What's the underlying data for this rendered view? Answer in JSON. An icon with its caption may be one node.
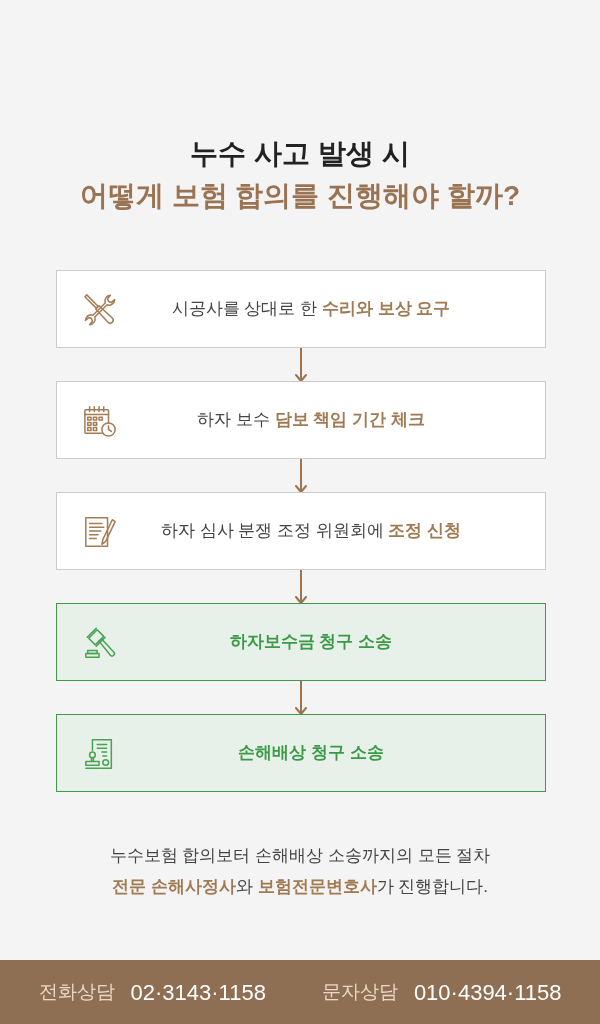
{
  "diagram": {
    "title": "누수 사고 발생 시",
    "nodes": [
      {
        "text": [
          "시공사를 상대로 한 **수리와 보상 요구**"
        ]
      },
      {
        "text": [
          "하자 보수 **담보 책임 기간 체크**"
        ]
      },
      {
        "text": [
          "하자 심사 분쟁 조정 위원회에 **조정 신청**"
        ]
      },
      {
        "text": [
          "하자보수금 청구 소송"
        ]
      },
      {
        "text": [
          "손해배상 청구 소송"
        ]
      }
    ],
    "edges": [
      {
        "from": 0,
        "to": 1,
        "arrow": "to"
      },
      {
        "from": 1,
        "to": 2,
        "arrow": "to"
      },
      {
        "from": 2,
        "to": 3,
        "arrow": "to"
      },
      {
        "from": 3,
        "to": 4,
        "arrow": "to"
      }
    ],
    "labels": [
      "어떻게 보험 합의를 진행해야 할까?",
      "누수보험 합의보터 손해배상 소송까지의 모든 절차 **전문 손해사정사**와 **보험전문변호사**가 진행합니다.",
      "전화상담",
      "02·3143·1158",
      "문자상담",
      "010·4394·1158"
    ]
  }
}
